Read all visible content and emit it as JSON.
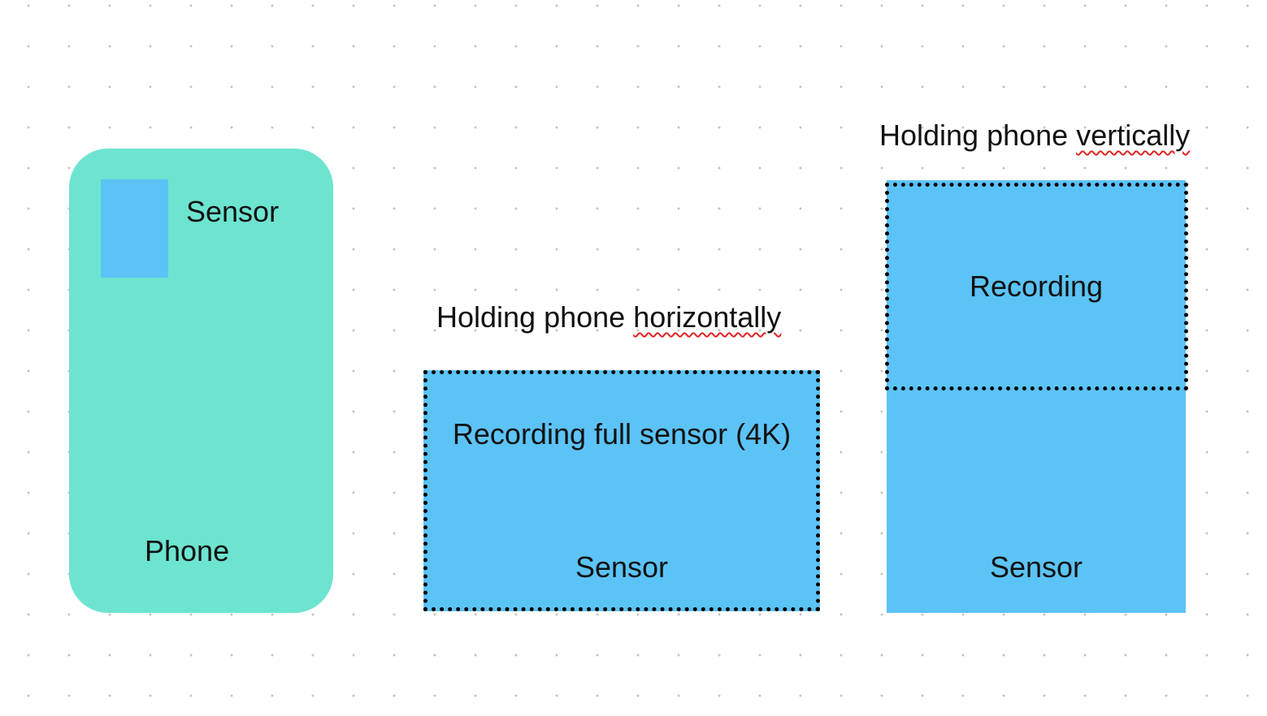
{
  "colors": {
    "phone_fill": "#6de4d0",
    "sensor_fill": "#5cc3f6",
    "recording_border": "#000000",
    "canvas_dot": "#c4c4c4",
    "spellcheck_underline": "#e02424"
  },
  "phone": {
    "label": "Phone",
    "sensor_label": "Sensor"
  },
  "horizontal": {
    "title": {
      "before": "Holding phone ",
      "flagged": "horizontally"
    },
    "recording_label": "Recording full sensor (4K)",
    "sensor_label": "Sensor"
  },
  "vertical": {
    "title": {
      "before": "Holding phone ",
      "flagged": "vertically"
    },
    "recording_label": "Recording",
    "sensor_label": "Sensor"
  }
}
